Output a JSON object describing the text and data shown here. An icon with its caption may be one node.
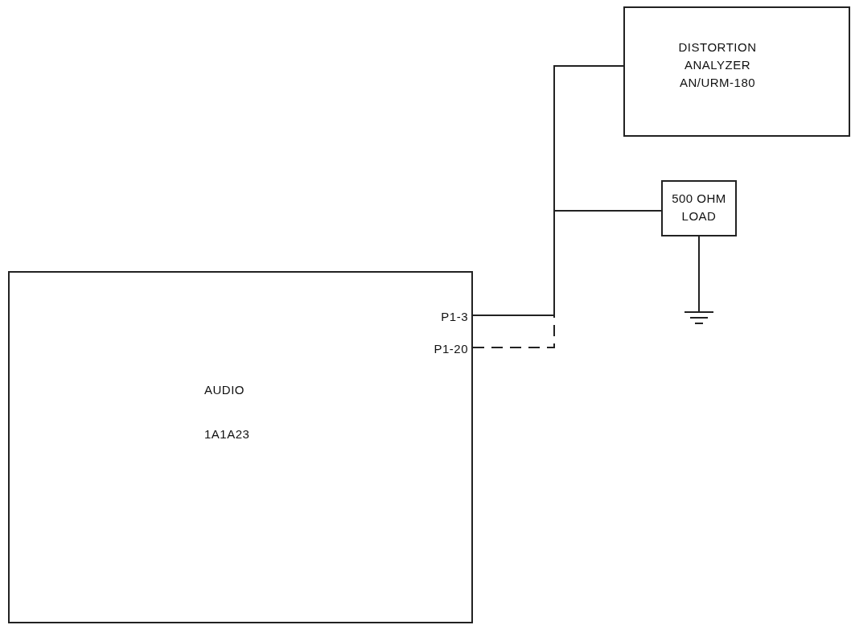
{
  "diagram": {
    "nodes": [
      {
        "text": [
          "AUDIO",
          "1A1A23"
        ]
      },
      {
        "text": [
          "P1-3"
        ],
        "in": 0
      },
      {
        "text": [
          "P1-20"
        ],
        "in": 0
      },
      {
        "text": [
          "DISTORTION ANALYZER AN/URM-180"
        ]
      },
      {
        "text": [
          "500 OHM LOAD"
        ]
      },
      {
        "text": [],
        "shape": "ground"
      }
    ],
    "edges": [
      {
        "from": 1,
        "to": 3,
        "arrow": "none"
      },
      {
        "from": 1,
        "to": 4,
        "arrow": "none"
      },
      {
        "from": 2,
        "to": 3,
        "arrow": "none",
        "style": "dashed"
      },
      {
        "from": 2,
        "to": 4,
        "arrow": "none",
        "style": "dashed"
      },
      {
        "from": 4,
        "to": 5,
        "arrow": "none"
      }
    ]
  }
}
